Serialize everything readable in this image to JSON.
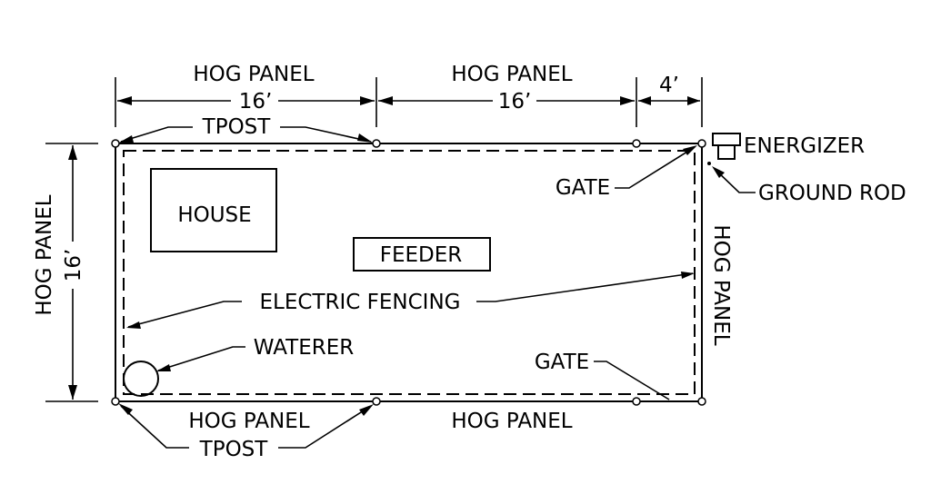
{
  "dimensions": {
    "top_left_panel_label": "HOG PANEL",
    "top_left_length": "16’",
    "top_right_panel_label": "HOG PANEL",
    "top_right_length": "16’",
    "gate_width": "4’",
    "left_panel_label": "HOG PANEL",
    "left_length": "16’"
  },
  "labels": {
    "tpost_top": "TPOST",
    "tpost_bottom": "TPOST",
    "energizer": "ENERGIZER",
    "ground_rod": "GROUND ROD",
    "gate_top": "GATE",
    "gate_bottom": "GATE",
    "house": "HOUSE",
    "feeder": "FEEDER",
    "electric_fencing": "ELECTRIC FENCING",
    "waterer": "WATERER",
    "right_panel": "HOG PANEL",
    "bottom_left_panel": "HOG PANEL",
    "bottom_right_panel": "HOG PANEL"
  }
}
